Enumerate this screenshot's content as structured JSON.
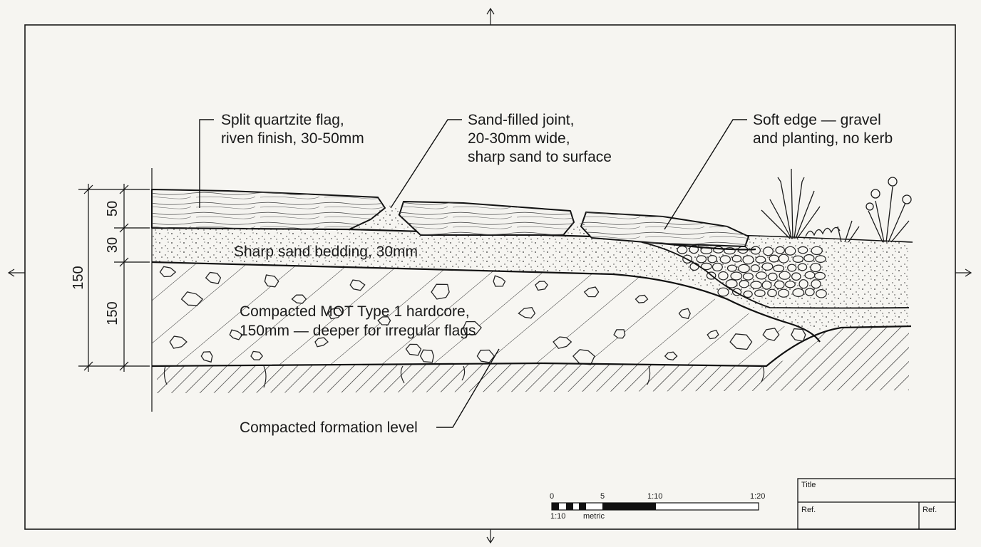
{
  "labels": {
    "flag": [
      "Split quartzite flag,",
      "riven finish, 30-50mm"
    ],
    "joint": [
      "Sand-filled joint,",
      "20-30mm wide,",
      "sharp sand to surface"
    ],
    "edge": [
      "Soft edge — gravel",
      "and planting, no kerb"
    ],
    "bedding": "Sharp sand bedding, 30mm",
    "hardcore": [
      "Compacted MOT Type 1 hardcore,",
      "150mm — deeper for irregular flags"
    ],
    "formation": "Compacted formation level"
  },
  "dimensions": {
    "flag": "50",
    "bedding": "30",
    "hardcore": "150",
    "total": "150"
  },
  "scale_bar": {
    "ticks": [
      "0",
      "5",
      "1:10",
      "1:20"
    ],
    "ratio": "1:10",
    "units": "metric"
  },
  "title_block": {
    "title_label": "Title",
    "ref_label": "Ref.",
    "ref_label_2": "Ref."
  }
}
